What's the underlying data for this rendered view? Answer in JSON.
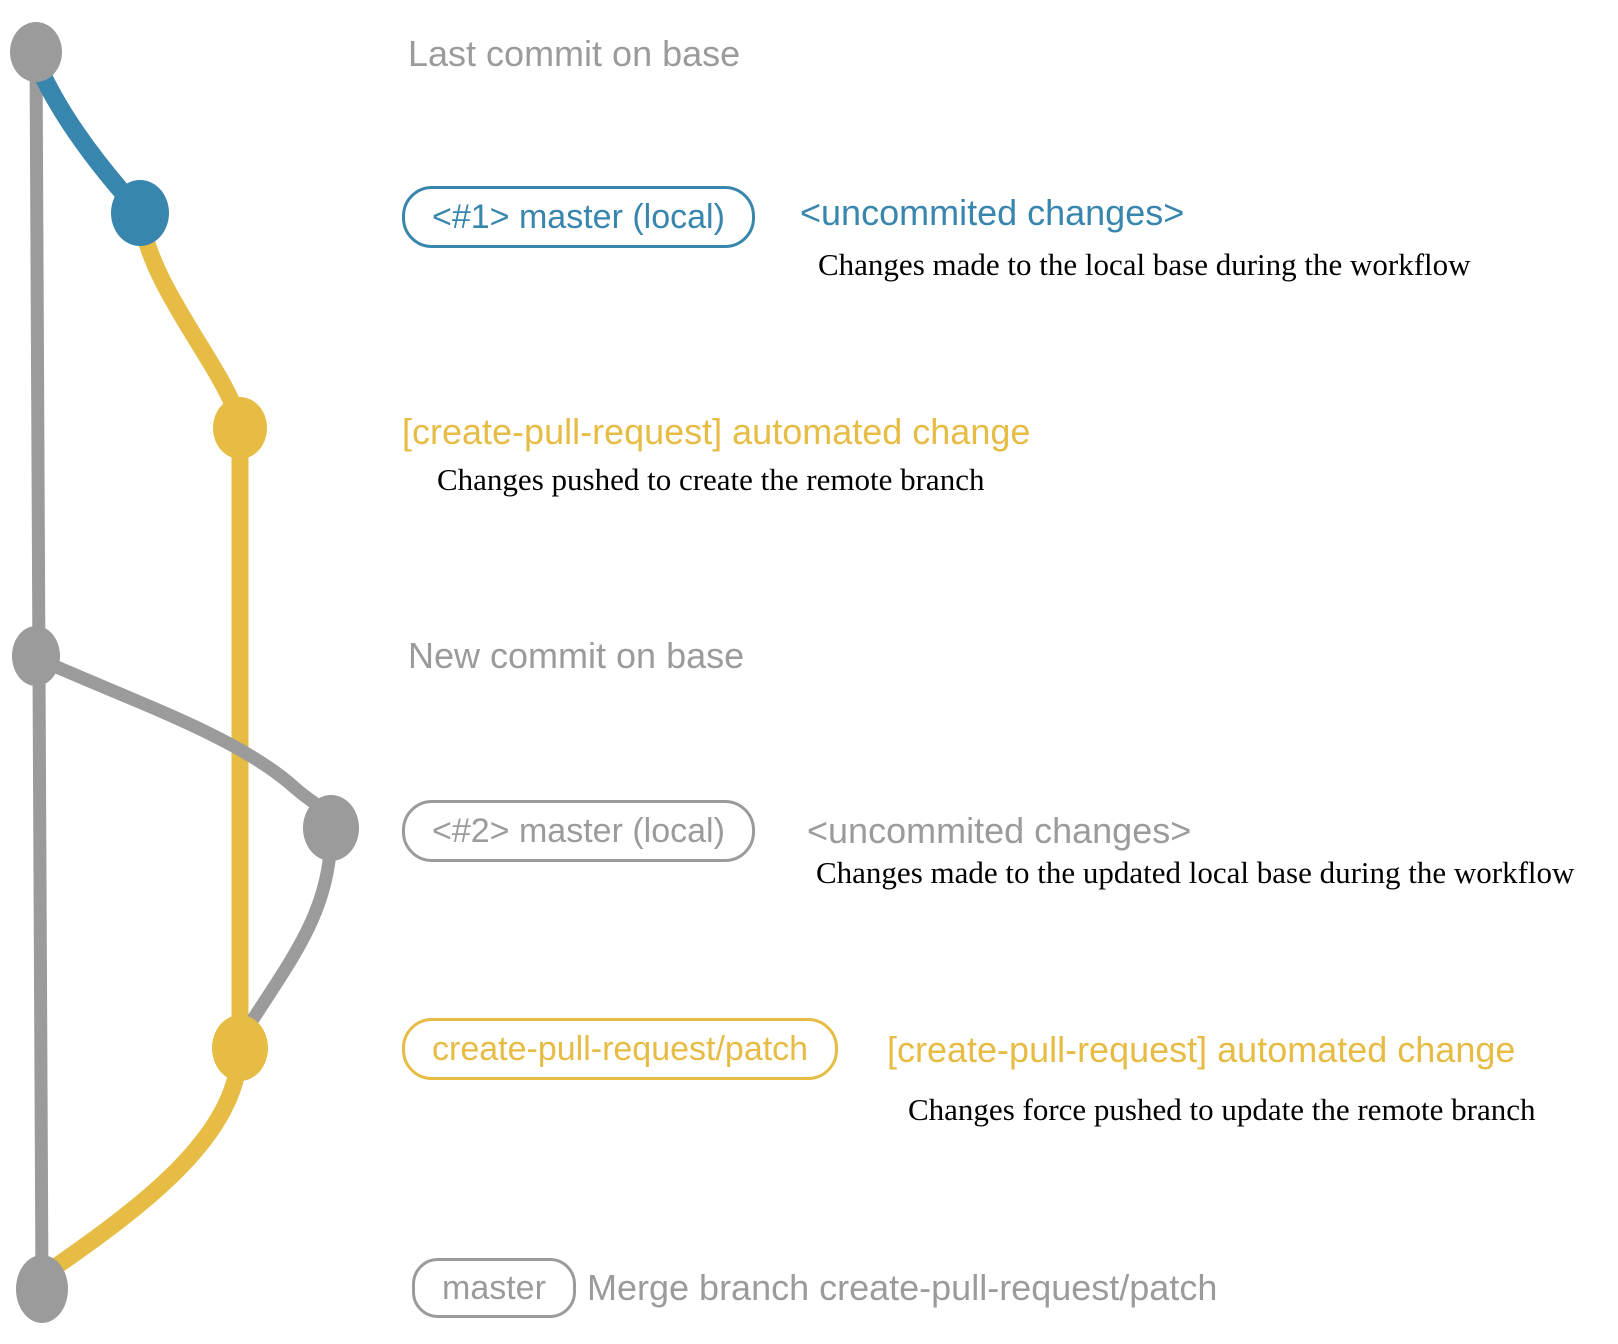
{
  "colors": {
    "gray": "#9b9b9b",
    "blue": "#3886ad",
    "yellow": "#e6bc45",
    "description_text": "#000000"
  },
  "commits": [
    {
      "annotation": "Last commit on base"
    },
    {
      "tag": "<#1> master (local)",
      "annotation": "<uncommited changes>",
      "description": "Changes made to the local base during the workflow"
    },
    {
      "annotation": "[create-pull-request] automated change",
      "description": "Changes pushed to create the remote branch"
    },
    {
      "annotation": "New commit on base"
    },
    {
      "tag": "<#2> master (local)",
      "annotation": "<uncommited changes>",
      "description": "Changes made to the updated local base during the workflow"
    },
    {
      "tag": "create-pull-request/patch",
      "annotation": "[create-pull-request] automated change",
      "description": "Changes force pushed to update the remote branch"
    },
    {
      "tag": "master",
      "annotation": "Merge branch create-pull-request/patch"
    }
  ]
}
